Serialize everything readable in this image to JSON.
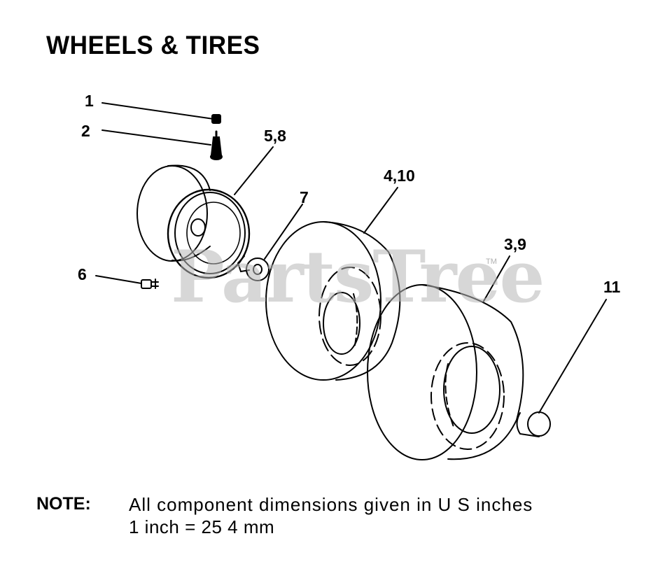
{
  "title": "WHEELS & TIRES",
  "watermark": {
    "brand": "PartsTree",
    "tm": "TM"
  },
  "callouts": {
    "c1": "1",
    "c2": "2",
    "c58": "5,8",
    "c7": "7",
    "c410": "4,10",
    "c39": "3,9",
    "c6": "6",
    "c11": "11"
  },
  "note": {
    "label": "NOTE:",
    "line1": "All component dimensions given in U S  inches",
    "line2": "1 inch = 25 4 mm"
  }
}
